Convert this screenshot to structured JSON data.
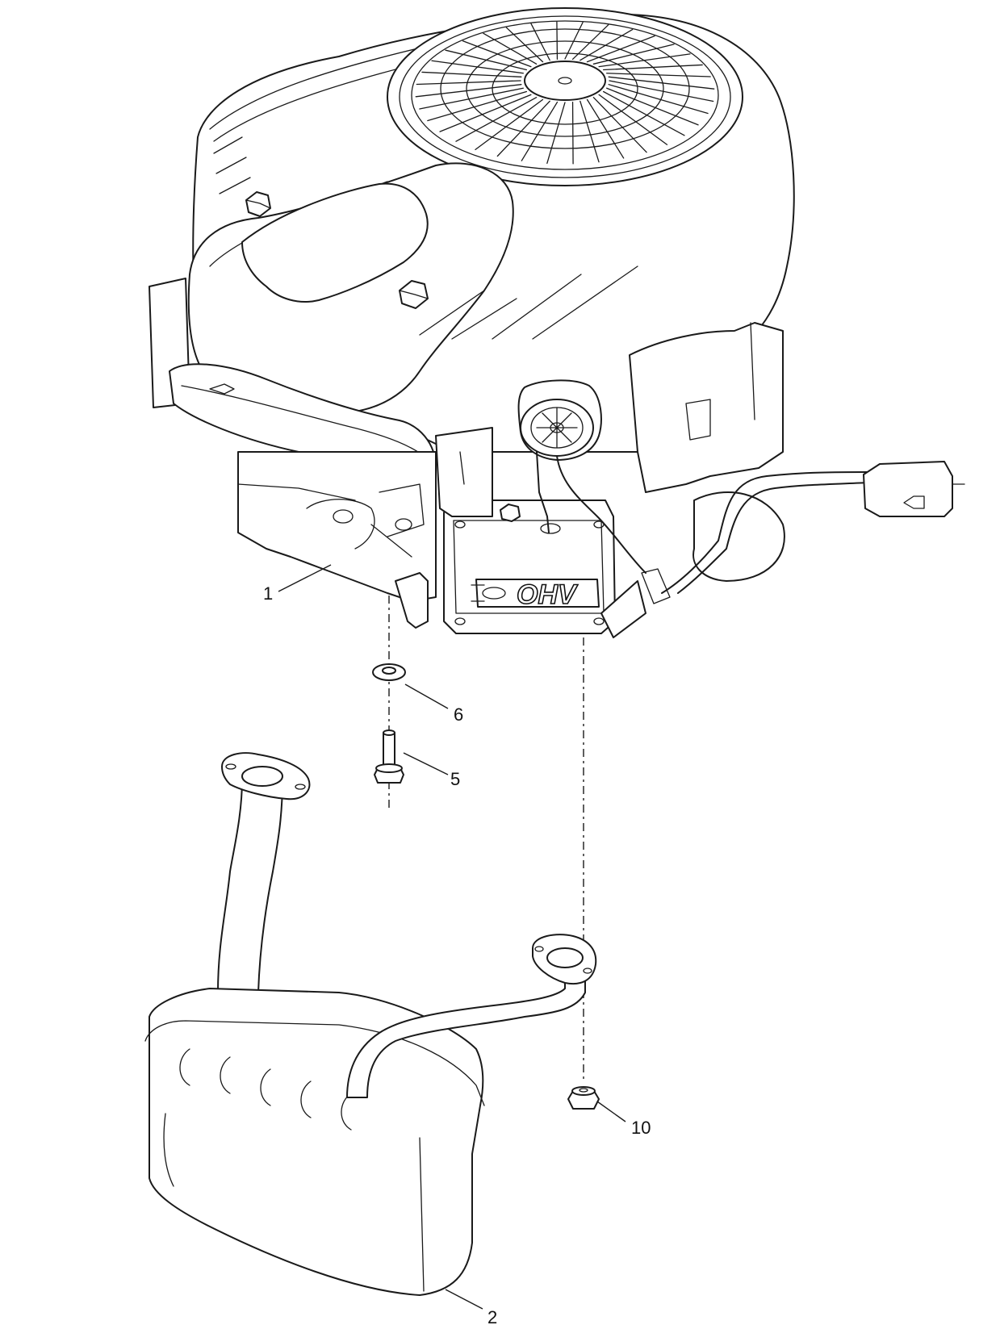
{
  "diagram": {
    "logo_text": "OHV",
    "callouts": [
      {
        "id": "1",
        "label": "1",
        "part": "engine"
      },
      {
        "id": "6",
        "label": "6",
        "part": "washer"
      },
      {
        "id": "5",
        "label": "5",
        "part": "bolt"
      },
      {
        "id": "10",
        "label": "10",
        "part": "nut"
      },
      {
        "id": "2",
        "label": "2",
        "part": "muffler"
      }
    ]
  }
}
